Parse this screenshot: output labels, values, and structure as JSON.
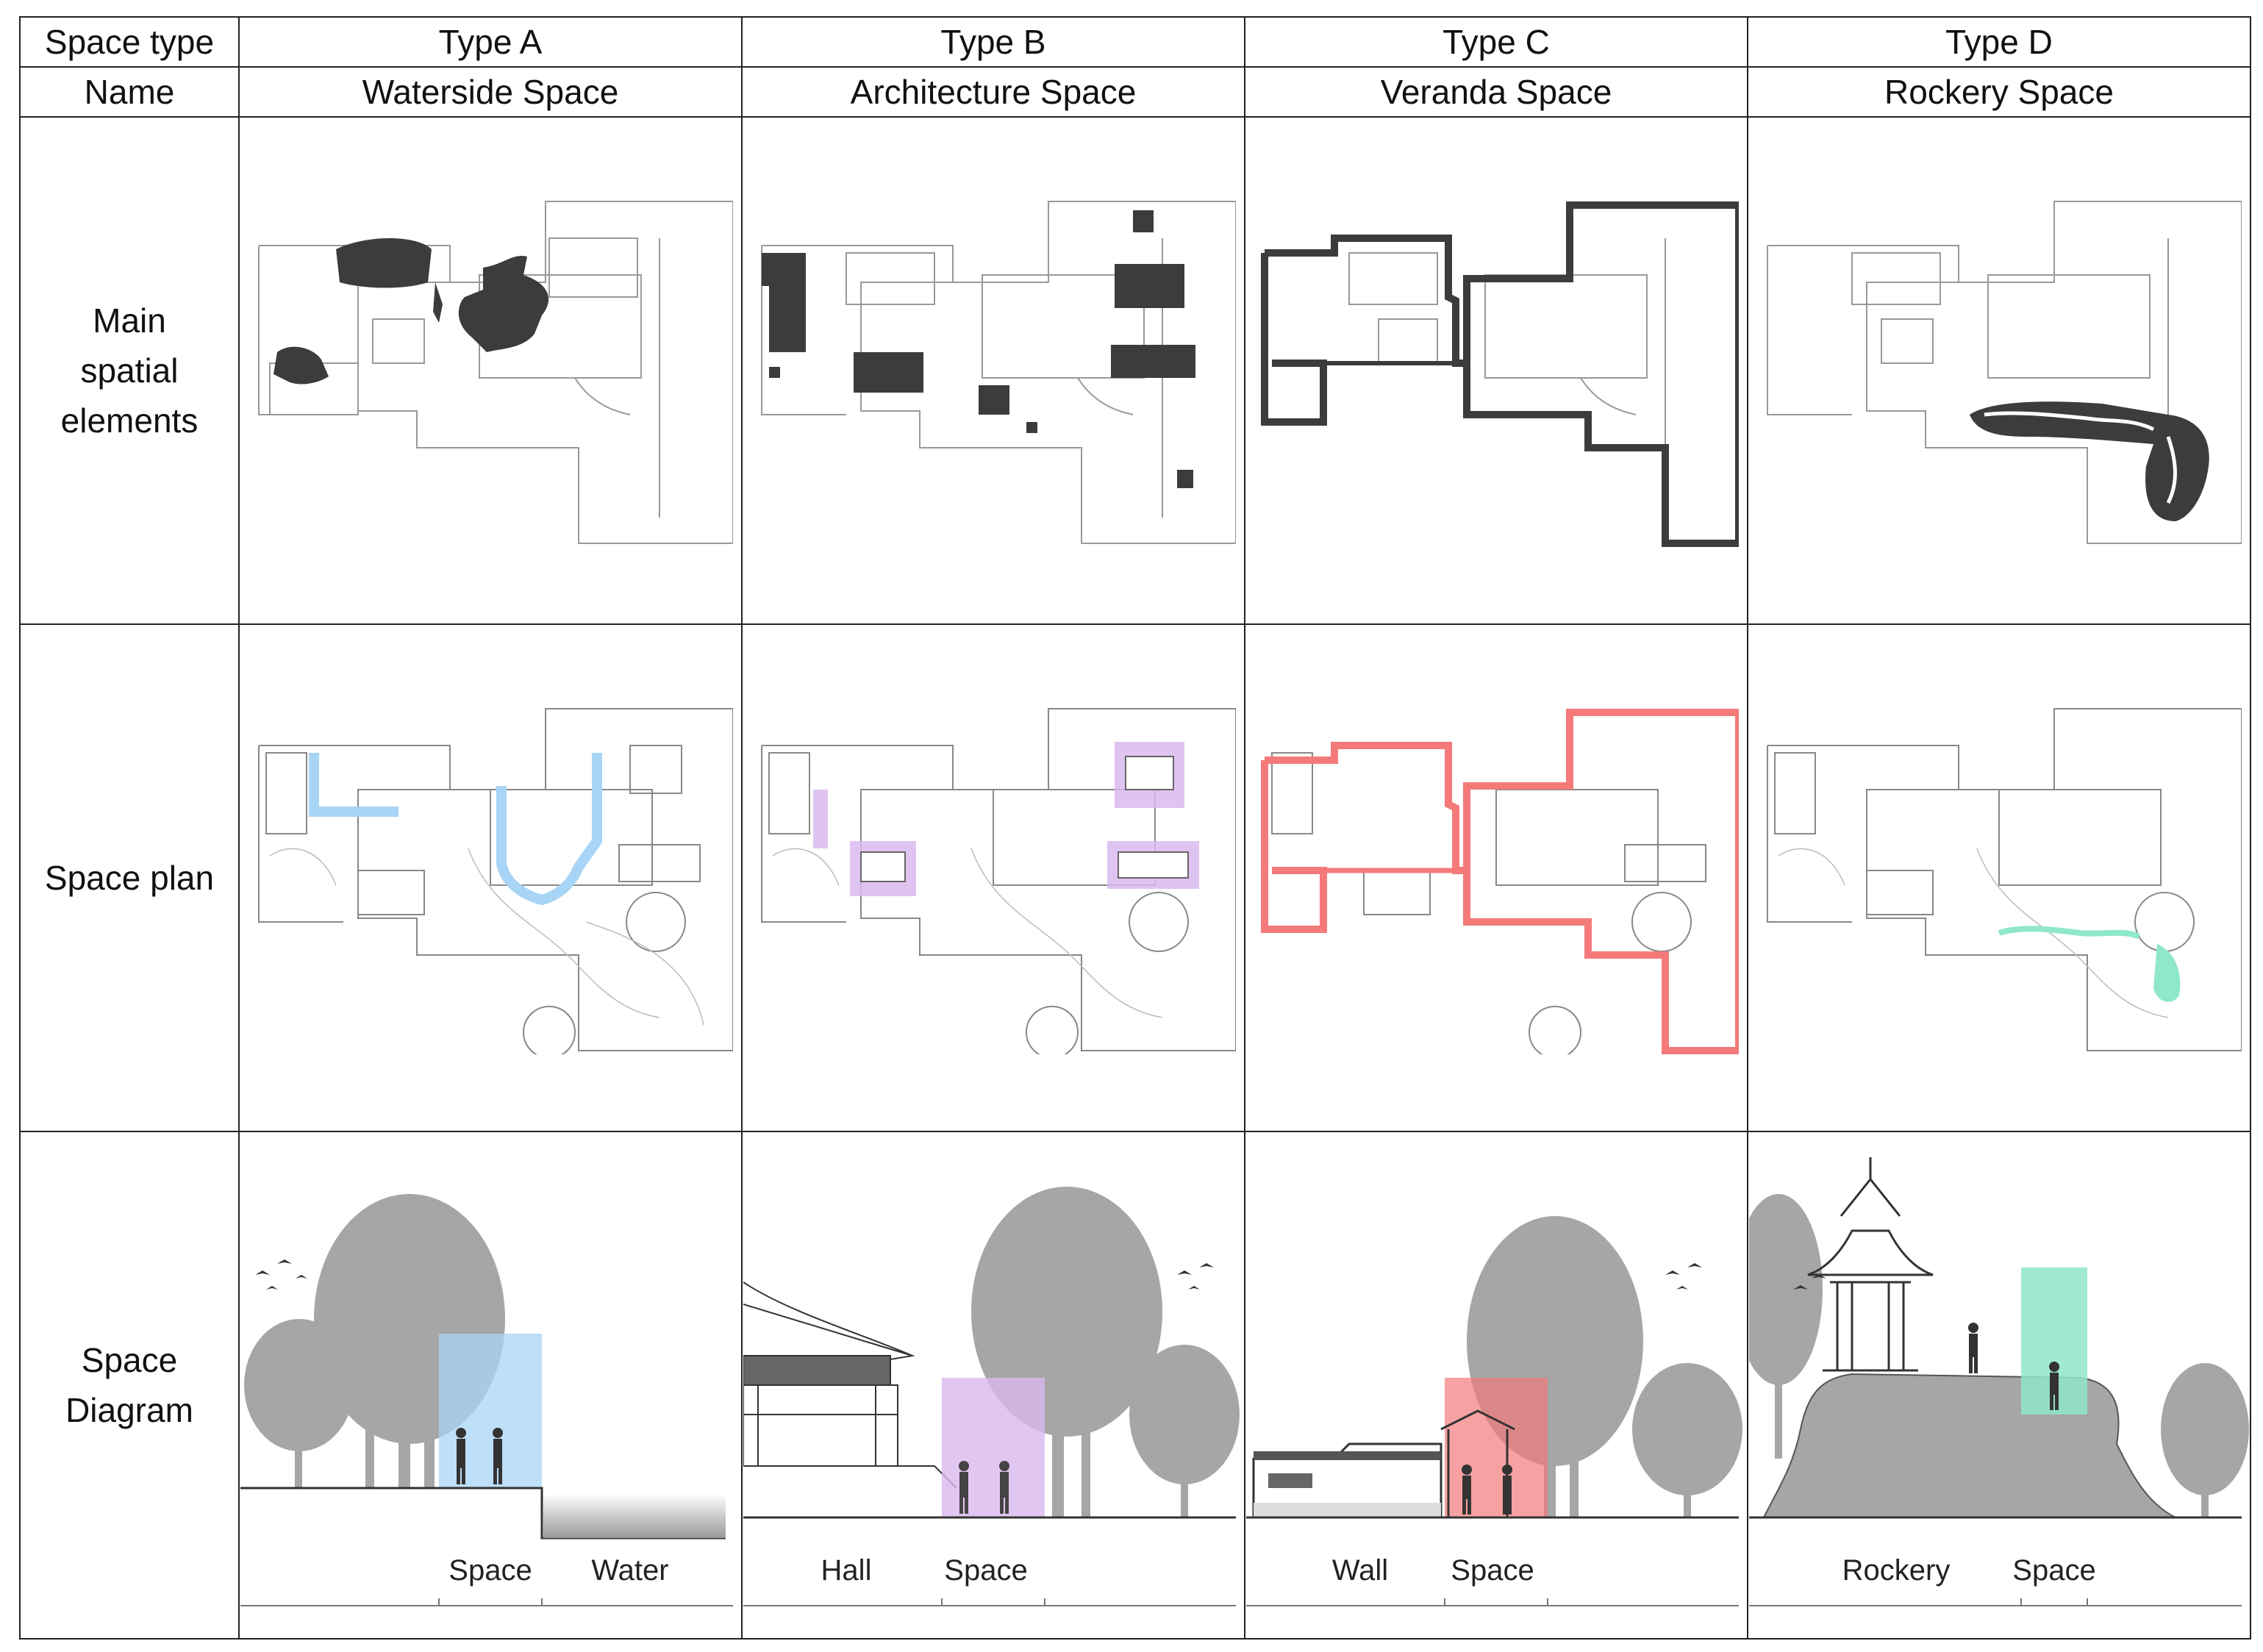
{
  "header": {
    "label_col": "Space type",
    "types": [
      "Type A",
      "Type B",
      "Type C",
      "Type D"
    ]
  },
  "names": {
    "label_col": "Name",
    "values": [
      "Waterside Space",
      "Architecture Space",
      "Veranda Space",
      "Rockery Space"
    ]
  },
  "rows": {
    "main_elements": "Main\nspatial\nelements",
    "space_plan": "Space plan",
    "space_diagram": "Space\nDiagram"
  },
  "diagram_labels": {
    "type_a": [
      "Space",
      "Water"
    ],
    "type_b": [
      "Hall",
      "Space"
    ],
    "type_c": [
      "Wall",
      "Space"
    ],
    "type_d": [
      "Rockery",
      "Space"
    ]
  },
  "colors": {
    "water_blue": "#a8d4f5",
    "architecture_purple": "#d9b8ef",
    "veranda_red": "#f47a7a",
    "rockery_green": "#8fe8c8",
    "element_dark": "#3c3c3c",
    "tree_gray": "#a6a6a6"
  }
}
